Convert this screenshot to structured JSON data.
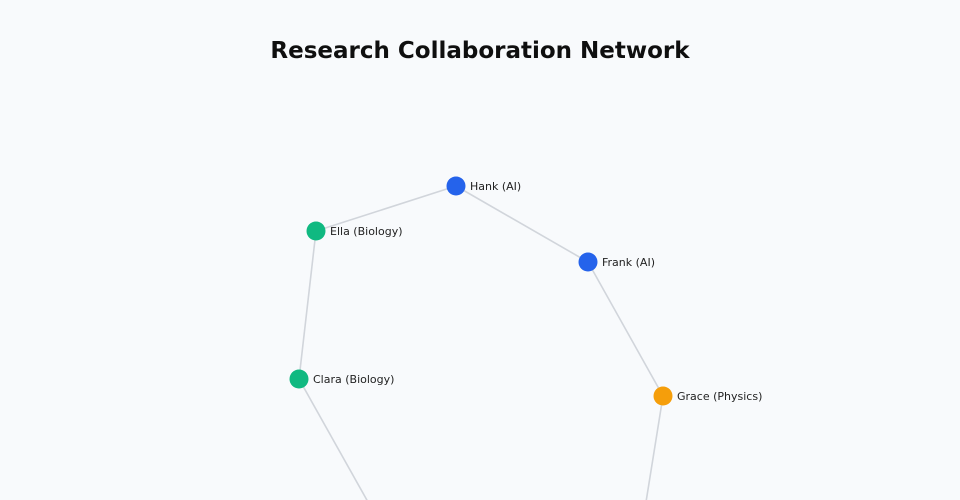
{
  "title": "Research Collaboration Network",
  "colors": {
    "AI": "#2563eb",
    "Biology": "#10b981",
    "Physics": "#f59e0b",
    "edge": "#d1d5db"
  },
  "nodes": [
    {
      "id": "hank",
      "label": "Hank (AI)",
      "group": "AI"
    },
    {
      "id": "ella",
      "label": "Ella (Biology)",
      "group": "Biology"
    },
    {
      "id": "frank",
      "label": "Frank (AI)",
      "group": "AI"
    },
    {
      "id": "clara",
      "label": "Clara (Biology)",
      "group": "Biology"
    },
    {
      "id": "grace",
      "label": "Grace (Physics)",
      "group": "Physics"
    }
  ],
  "edges": [
    [
      "hank",
      "ella"
    ],
    [
      "hank",
      "frank"
    ],
    [
      "ella",
      "clara"
    ],
    [
      "frank",
      "grace"
    ]
  ]
}
